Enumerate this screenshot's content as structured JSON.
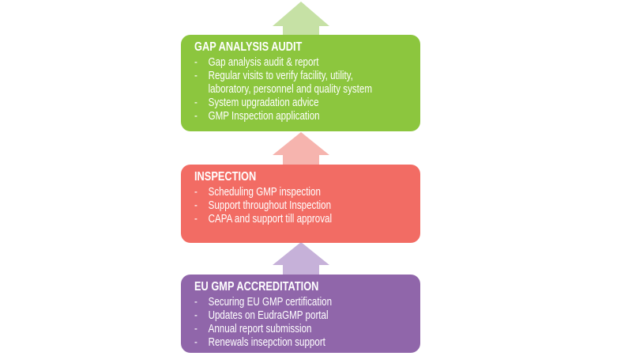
{
  "colors": {
    "green": "#8cc63e",
    "green_light": "#c6e1a5",
    "red": "#f26c64",
    "red_light": "#f6b4ae",
    "purple": "#9066aa",
    "purple_light": "#c6b1d9"
  },
  "stages": [
    {
      "title": "GAP ANALYSIS AUDIT",
      "items": [
        "Gap analysis audit & report",
        "Regular visits to verify facility, utility, laboratory, personnel and quality system",
        "System upgradation advice",
        "GMP Inspection application"
      ]
    },
    {
      "title": "INSPECTION",
      "items": [
        "Scheduling GMP inspection",
        "Support throughout Inspection",
        "CAPA and support till approval"
      ]
    },
    {
      "title": "EU GMP ACCREDITATION",
      "items": [
        "Securing EU GMP certification",
        "Updates on EudraGMP portal",
        "Annual report submission",
        "Renewals insepction support"
      ]
    }
  ]
}
